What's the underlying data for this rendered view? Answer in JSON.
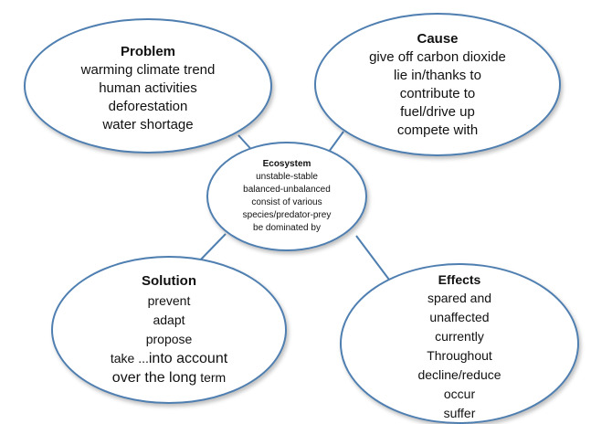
{
  "nodes": {
    "problem": {
      "title": "Problem",
      "lines": [
        "warming climate trend",
        "human activities",
        "deforestation",
        "water shortage"
      ]
    },
    "cause": {
      "title": "Cause",
      "lines": [
        "give off carbon dioxide",
        "lie in/thanks to",
        "contribute to",
        "fuel/drive up",
        "compete with"
      ]
    },
    "ecosystem": {
      "title": "Ecosystem",
      "lines": [
        "unstable-stable",
        "balanced-unbalanced",
        "consist of various",
        "species/predator-prey",
        "be dominated by"
      ]
    },
    "solution": {
      "title": "Solution",
      "lines": [
        "prevent",
        "adapt",
        "propose"
      ],
      "line4_a": "take ...",
      "line4_b": "into account",
      "line5_a": "over the long",
      "line5_b": " term"
    },
    "effects": {
      "title": "Effects",
      "lines": [
        "spared and",
        "unaffected",
        "currently",
        "Throughout",
        "decline/reduce",
        "occur",
        "suffer"
      ]
    }
  },
  "colors": {
    "border": "#4f7fb1",
    "connector": "#4f7fb1",
    "fill": "#ffffff"
  }
}
